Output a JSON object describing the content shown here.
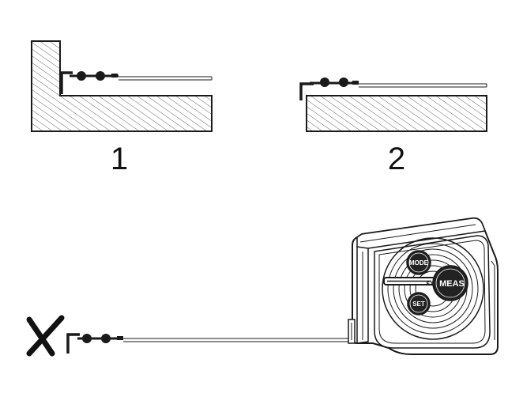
{
  "figures": [
    {
      "label": "1"
    },
    {
      "label": "2"
    }
  ],
  "device": {
    "buttons": {
      "mode": "MODE",
      "meas": "MEAS",
      "set": "SET"
    },
    "meas_arrow": "<<"
  },
  "colors": {
    "line": "#1a1a1a",
    "hatch": "#555555",
    "tape": "#8a8a8a",
    "device_body": "#ffffff",
    "button_fill": "#222222"
  }
}
